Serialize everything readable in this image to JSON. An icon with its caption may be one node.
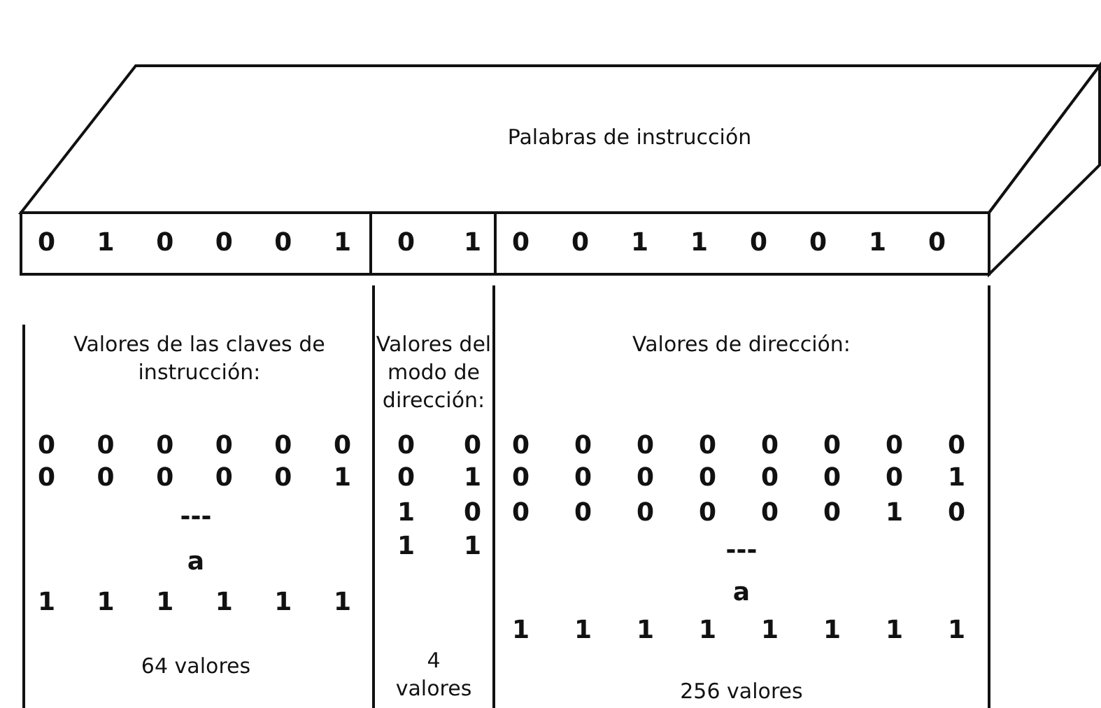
{
  "diagram": {
    "labels": [
      "Palabras de instrucción",
      "0 1 0 0 0 1",
      "0 1",
      "0 0 1 1 0 0 1 0",
      "Valores de las claves de instrucción:",
      "0 0 0 0 0 0",
      "0 0 0 0 0 1",
      "---",
      "a",
      "1 1 1 1 1 1",
      "64 valores",
      "Valores del modo de dirección:",
      "0 0",
      "0 1",
      "1 0",
      "1 1",
      "4 valores",
      "Valores de dirección:",
      "0 0 0 0 0 0 0 0",
      "0 0 0 0 0 0 0 1",
      "0 0 0 0 0 0 1 0",
      "---",
      "a",
      "1 1 1 1 1 1 1 1",
      "256 valores"
    ]
  }
}
